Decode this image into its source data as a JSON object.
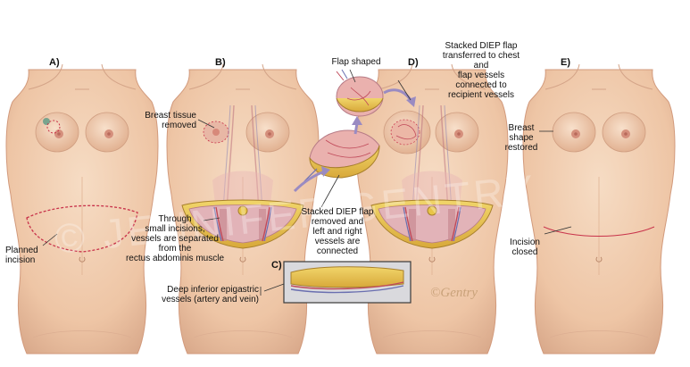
{
  "colors": {
    "skin": "#f1cdb0",
    "skin_shadow": "#d9a98b",
    "incision": "#c8324a",
    "fat": "#e8c447",
    "vessel_red": "#c04a5a",
    "vessel_blue": "#6a6fb0",
    "detail_frame": "#3a3a3a"
  },
  "panels": {
    "a": {
      "letter": "A)",
      "planned_incision": "Planned\nincision"
    },
    "b": {
      "letter": "B)",
      "breast_tissue_removed": "Breast tissue\nremoved",
      "through_small_incisions": "Through\nsmall incisions,\nvessels are separated\nfrom the\nrectus abdominis muscle"
    },
    "c": {
      "letter": "C)",
      "deep_inferior_epigastric": "Deep inferior epigastric\nvessels (artery and vein)"
    },
    "d": {
      "letter": "D)",
      "flap_shaped": "Flap shaped",
      "stacked_transferred": "Stacked DIEP flap\ntransferred to chest\nand\nflap vessels\nconnected to\nrecipient vessels",
      "stacked_removed": "Stacked DIEP flap\nremoved and\nleft and right\nvessels are\nconnected"
    },
    "e": {
      "letter": "E)",
      "breast_shape_restored": "Breast\nshape\nrestored",
      "incision_closed": "Incision\nclosed"
    }
  },
  "signature": "©Gentry",
  "watermark": "© JENNIFER GENTRY"
}
